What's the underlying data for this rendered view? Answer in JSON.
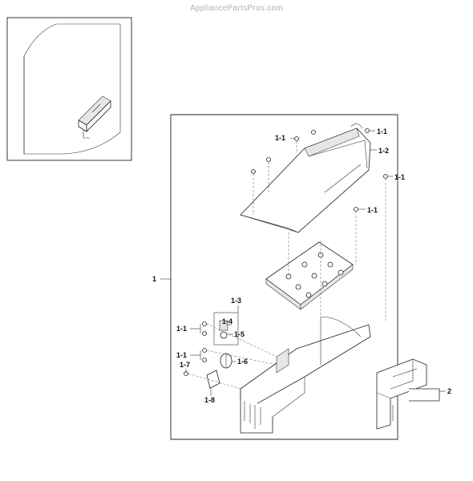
{
  "watermark": "AppliancePartsPros.com",
  "callouts": {
    "c1": "1",
    "c1_1_top_left": "1-1",
    "c1_1_top_right": "1-1",
    "c1_2": "1-2",
    "c1_1_mid_right": "1-1",
    "c1_1_lower_right": "1-1",
    "c1_3": "1-3",
    "c1_1_left_a": "1-1",
    "c1_4": "1-4",
    "c1_5": "1-5",
    "c1_1_left_b": "1-1",
    "c1_6": "1-6",
    "c1_7": "1-7",
    "c1_8": "1-8",
    "c2": "2"
  }
}
